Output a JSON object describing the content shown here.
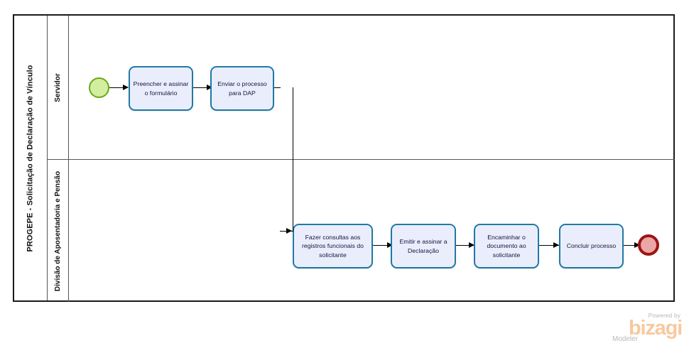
{
  "diagram": {
    "type": "bpmn-process-diagram",
    "pool": {
      "label": "PROGEPE - Solicitação de Declaração de Vínculo"
    },
    "lanes": [
      {
        "id": "servidor",
        "label": "Servidor"
      },
      {
        "id": "dap",
        "label": "Divisão de Aposentadoria e Pensão"
      }
    ],
    "events": [
      {
        "id": "start",
        "type": "start-event",
        "lane": "servidor",
        "label": ""
      },
      {
        "id": "end",
        "type": "end-event",
        "lane": "dap",
        "label": ""
      }
    ],
    "tasks": [
      {
        "id": "t1",
        "lane": "servidor",
        "label": "Preencher e assinar o formulário"
      },
      {
        "id": "t2",
        "lane": "servidor",
        "label": "Enviar o processo para DAP"
      },
      {
        "id": "t3",
        "lane": "dap",
        "label": "Fazer consultas aos registros funcionais do solicitante"
      },
      {
        "id": "t4",
        "lane": "dap",
        "label": "Emitir e assinar a Declaração"
      },
      {
        "id": "t5",
        "lane": "dap",
        "label": "Encaminhar o documento ao solicitante"
      },
      {
        "id": "t6",
        "lane": "dap",
        "label": "Concluir processo"
      }
    ],
    "flows": [
      {
        "from": "start",
        "to": "t1"
      },
      {
        "from": "t1",
        "to": "t2"
      },
      {
        "from": "t2",
        "to": "t3"
      },
      {
        "from": "t3",
        "to": "t4"
      },
      {
        "from": "t4",
        "to": "t5"
      },
      {
        "from": "t5",
        "to": "t6"
      },
      {
        "from": "t6",
        "to": "end"
      }
    ],
    "colors": {
      "task_fill": "#eaeefc",
      "task_border": "#2079a6",
      "start_fill": "#d4eea0",
      "start_border": "#6aa818",
      "end_fill": "#eda6a6",
      "end_border": "#9c1414",
      "pool_border": "#1a1a1a",
      "connector": "#000000",
      "watermark_brand": "#f7c9a0"
    }
  },
  "watermark": {
    "powered_by": "Powered by",
    "brand": "bizagi",
    "product": "Modeler"
  }
}
